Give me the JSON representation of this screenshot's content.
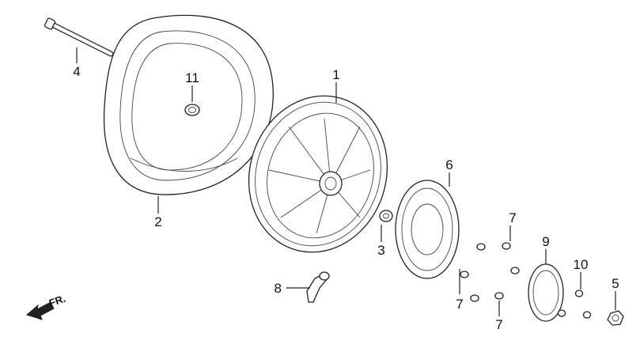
{
  "callouts": {
    "c1": "1",
    "c2": "2",
    "c3": "3",
    "c4": "4",
    "c5": "5",
    "c6": "6",
    "c7a": "7",
    "c7b": "7",
    "c7c": "7",
    "c8": "8",
    "c9": "9",
    "c10": "10",
    "c11": "11"
  },
  "direction_label": "FR."
}
